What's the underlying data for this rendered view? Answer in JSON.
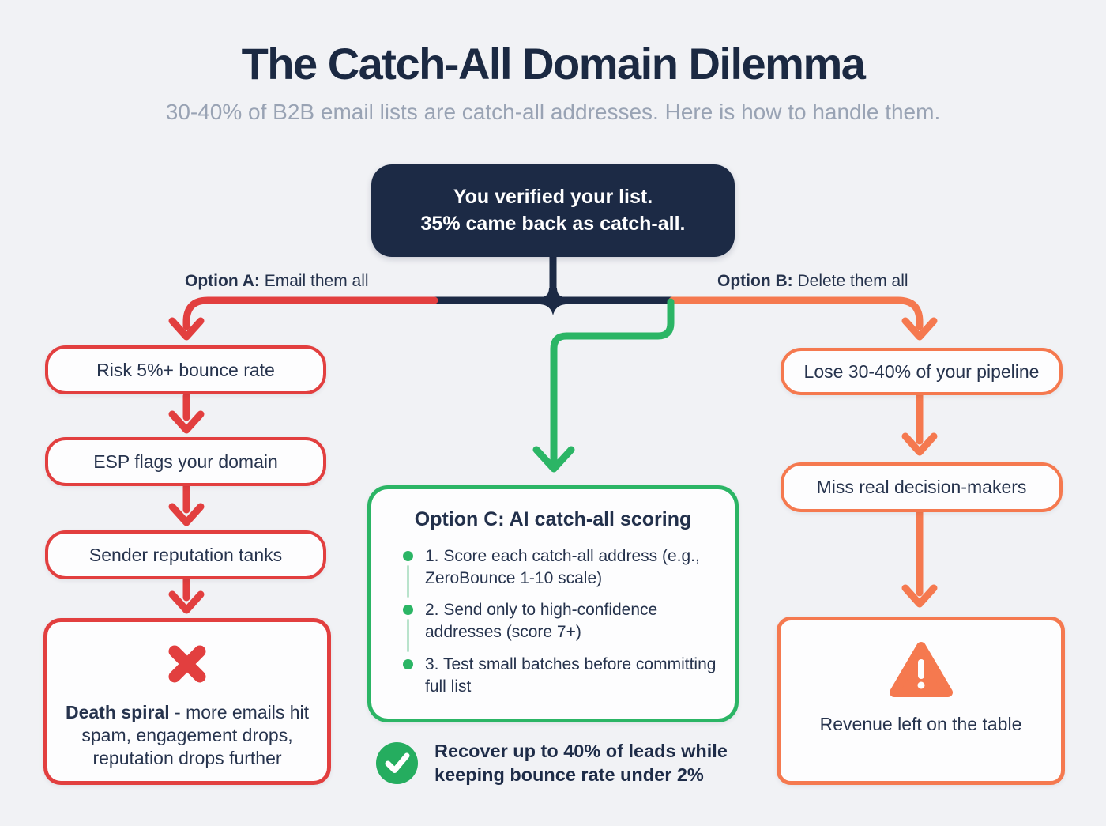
{
  "header": {
    "title": "The Catch-All Domain Dilemma",
    "subtitle": "30-40% of B2B email lists are catch-all addresses. Here is how to handle them."
  },
  "root_box": {
    "line1": "You verified your list.",
    "line2": "35% came back as catch-all."
  },
  "branches": {
    "option_a": {
      "label_bold": "Option A:",
      "label_rest": " Email them all",
      "color": "#e23f3f",
      "steps": [
        "Risk 5%+ bounce rate",
        "ESP flags your domain",
        "Sender reputation tanks"
      ],
      "outcome_bold": "Death spiral",
      "outcome_rest": " - more emails hit spam, engagement drops, reputation drops further",
      "outcome_icon": "x-icon"
    },
    "option_b": {
      "label_bold": "Option B:",
      "label_rest": " Delete them all",
      "color": "#f5794f",
      "steps": [
        "Lose 30-40% of your pipeline",
        "Miss real decision-makers"
      ],
      "outcome_text": "Revenue left on the table",
      "outcome_icon": "warning-triangle-icon"
    },
    "option_c": {
      "heading": "Option C: AI catch-all scoring",
      "color": "#2bb565",
      "steps": [
        "1. Score each catch-all address (e.g., ZeroBounce 1-10 scale)",
        "2. Send only to high-confidence addresses (score 7+)",
        "3. Test small batches before committing full list"
      ],
      "benefit": "Recover up to 40% of leads while keeping bounce rate under 2%"
    }
  },
  "colors": {
    "background": "#f1f2f5",
    "navy": "#1c2a45",
    "red": "#e23f3f",
    "orange": "#f5794f",
    "green": "#2bb565",
    "subtitle_gray": "#99a3b4"
  }
}
